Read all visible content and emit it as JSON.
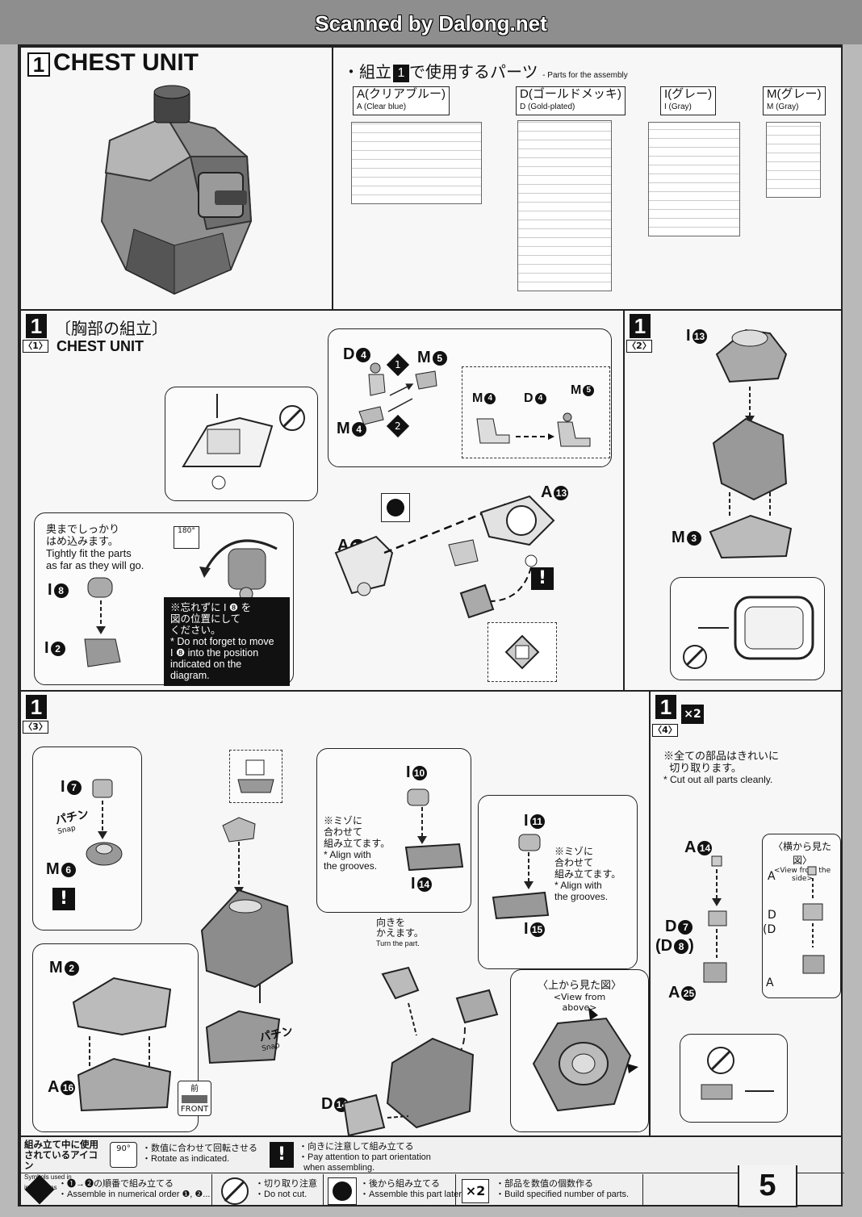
{
  "watermark": "Scanned by Dalong.net",
  "page_number": "5",
  "header": {
    "step_number": "1",
    "title": "CHEST UNIT",
    "parts_title_jp": "・組立",
    "parts_title_jp2": "で使用するパーツ",
    "parts_title_en": "- Parts for the assembly",
    "parts_step": "1",
    "runners": [
      {
        "jp": "A(クリアブルー)",
        "en": "A (Clear blue)"
      },
      {
        "jp": "D(ゴールドメッキ)",
        "en": "D (Gold-plated)"
      },
      {
        "jp": "I(グレー)",
        "en": "I (Gray)"
      },
      {
        "jp": "M(グレー)",
        "en": "M (Gray)"
      }
    ]
  },
  "step1_1": {
    "num": "1",
    "sub": "〈1〉",
    "title_jp": "〔胸部の組立〕",
    "title_en": "CHEST UNIT",
    "tight_note_jp1": "奥までしっかり",
    "tight_note_jp2": "はめ込みます。",
    "tight_note_en1": "Tightly fit the parts",
    "tight_note_en2": "as far as they will go.",
    "rotate_label": "180°",
    "warn_jp1": "※忘れずに I ❽ を",
    "warn_jp2": "図の位置にして",
    "warn_jp3": "ください。",
    "warn_en1": "* Do not forget to move",
    "warn_en2": "I ❽ into the position",
    "warn_en3": "indicated on the diagram.",
    "labels": {
      "i8": "I",
      "i8n": "8",
      "i2": "I",
      "i2n": "2",
      "a19": "A",
      "a19n": "19",
      "a13": "A",
      "a13n": "13",
      "d4": "D",
      "d4n": "4",
      "m5": "M",
      "m5n": "5",
      "m4": "M",
      "m4n": "4",
      "s1": "1",
      "s2": "2",
      "dm4": "M",
      "dm4n": "4",
      "dd4": "D",
      "dd4n": "4",
      "dm5": "M",
      "dm5n": "5"
    }
  },
  "step1_2": {
    "num": "1",
    "sub": "〈2〉",
    "i13": "I",
    "i13n": "13",
    "m3": "M",
    "m3n": "3"
  },
  "step1_3": {
    "num": "1",
    "sub": "〈3〉",
    "i7": "I",
    "i7n": "7",
    "snap": "パチン",
    "snap_en": "Snap",
    "m6": "M",
    "m6n": "6",
    "m2": "M",
    "m2n": "2",
    "a16": "A",
    "a16n": "16",
    "front_jp": "前",
    "front_en": "FRONT",
    "i10": "I",
    "i10n": "10",
    "groove_jp1": "※ミゾに",
    "groove_jp2": "合わせて",
    "groove_jp3": "組み立てます。",
    "groove_en1": "* Align with",
    "groove_en2": "the grooves.",
    "i14": "I",
    "i14n": "14",
    "i11": "I",
    "i11n": "11",
    "i15": "I",
    "i15n": "15",
    "turn_jp1": "向きを",
    "turn_jp2": "かえます。",
    "turn_en": "Turn the part.",
    "d14": "D",
    "d14n": "14",
    "above_jp": "〈上から見た図〉",
    "above_en": "<View from above>"
  },
  "step1_4": {
    "num": "1",
    "sub": "〈4〉",
    "mult": "×2",
    "cut_jp1": "※全ての部品はきれいに",
    "cut_jp2": "切り取ります。",
    "cut_en": "* Cut out all parts cleanly.",
    "a14": "A",
    "a14n": "14",
    "d7": "D",
    "d7n": "7",
    "d8": "(D",
    "d8n": "8",
    "d8c": ")",
    "a25": "A",
    "a25n": "25",
    "side_jp": "〈横から見た図〉",
    "side_en": "<View from the side>",
    "s_a14": "A",
    "s_d7": "D",
    "s_d8": "(D",
    "s_a25": "A"
  },
  "legend": {
    "title_jp1": "組み立て中に使用",
    "title_jp2": "されているアイコン",
    "title_en": "Symbols used in instructions",
    "rotate_icon": "90°",
    "rotate_jp": "・数值に合わせて回転させる",
    "rotate_en": "・Rotate as indicated.",
    "orient_jp": "・向きに注意して組み立てる",
    "orient_en1": "・Pay attention to part orientation",
    "orient_en2": "when assembling.",
    "order_jp": "・❶→❷の順番で組み立てる",
    "order_en": "・Assemble in numerical order ❶, ❷...",
    "cut_jp": "・切り取り注意",
    "cut_en": "・Do not cut.",
    "later_jp": "・後から組み立てる",
    "later_en": "・Assemble this part later.",
    "mult_icon": "×2",
    "mult_jp": "・部品を数值の個数作る",
    "mult_en": "・Build specified number of parts."
  }
}
